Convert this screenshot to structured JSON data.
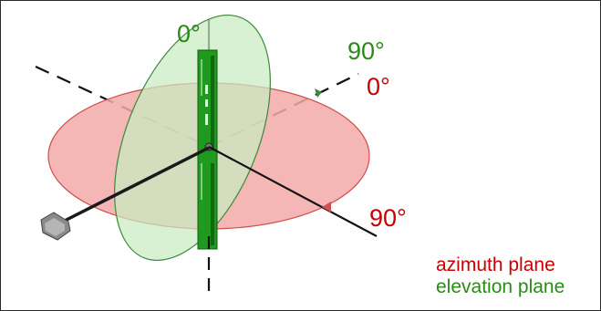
{
  "labels": {
    "elevation_zero": "0°",
    "elevation_ninety": "90°",
    "azimuth_zero": "0°",
    "azimuth_ninety": "90°"
  },
  "legend": {
    "azimuth": "azimuth plane",
    "elevation": "elevation plane"
  },
  "colors": {
    "azimuth_fill": "#f3a9a9",
    "azimuth_stroke": "#d05050",
    "azimuth_text": "#c80000",
    "elevation_fill": "#c8ecc0",
    "elevation_stroke": "#3a8a3a",
    "elevation_text": "#2a8a18",
    "board": "#1f9a1f",
    "axis": "#111111"
  },
  "icons": {
    "connector": "sma-connector-icon",
    "pcb": "pcb-antenna-board"
  }
}
